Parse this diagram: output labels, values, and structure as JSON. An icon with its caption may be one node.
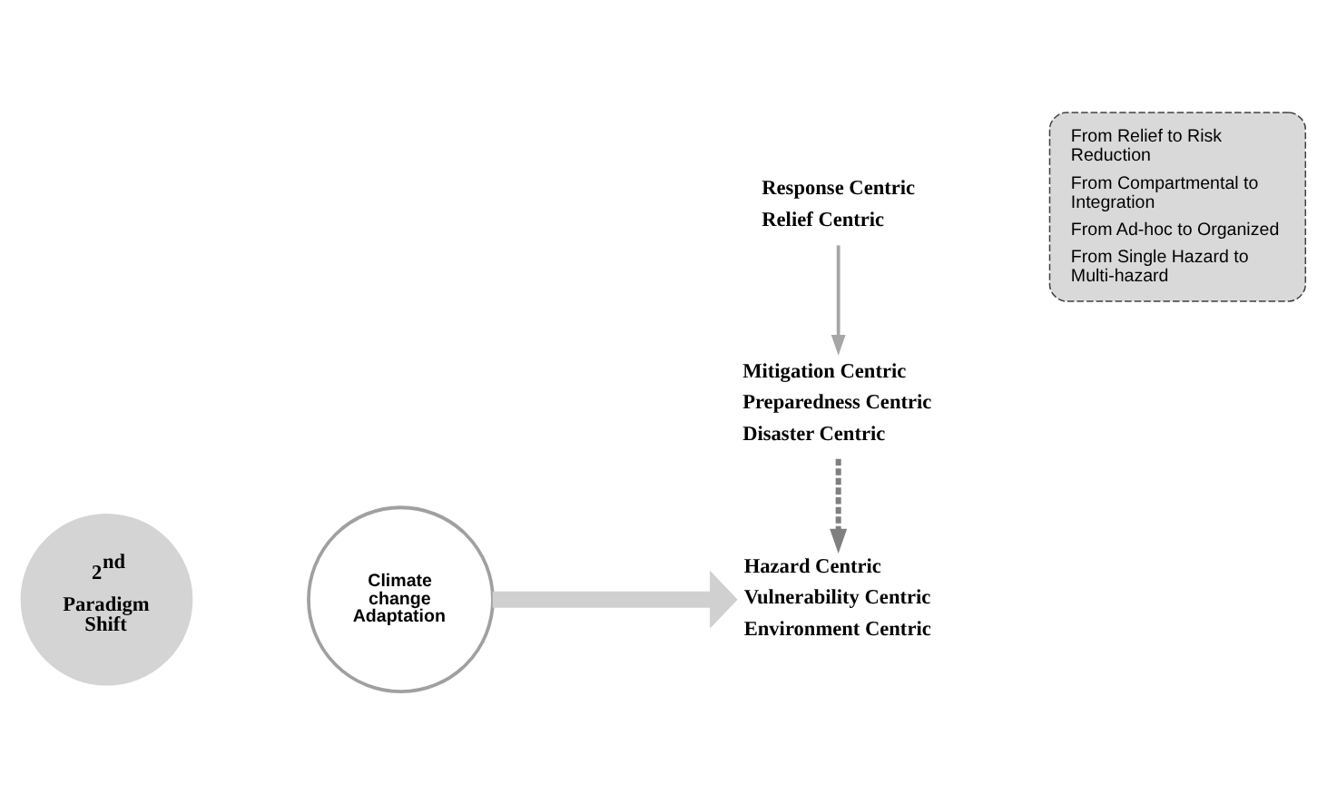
{
  "diagram": {
    "nodes": [
      {
        "text": [
          "Response Centric",
          "Relief Centric"
        ]
      },
      {
        "text": [
          "Mitigation Centric",
          "Preparedness Centric",
          "Disaster Centric"
        ]
      },
      {
        "text": [
          "From Relief to Risk Reduction",
          "From Compartmental to Integration",
          "From Ad-hoc to Organized",
          "From Single Hazard to Multi-hazard"
        ]
      },
      {
        "text": [
          "2$^{nd}$",
          "Paradigm Shift"
        ]
      },
      {
        "text": [
          "Hazard Centric",
          "Vulnerability Centric",
          "Environment Centric"
        ]
      },
      {
        "text": [
          "Climate change Adaptation"
        ]
      }
    ],
    "edges": [
      {
        "from": 0,
        "to": 1,
        "arrow": "to",
        "color": "#a6a6a6"
      },
      {
        "from": 1,
        "to": 4,
        "arrow": "to",
        "style": "dashed",
        "color": "#7f7f7f"
      },
      {
        "from": 5,
        "to": 4,
        "arrow": "to",
        "style": "thick",
        "color": "#d0d0d0"
      }
    ]
  }
}
